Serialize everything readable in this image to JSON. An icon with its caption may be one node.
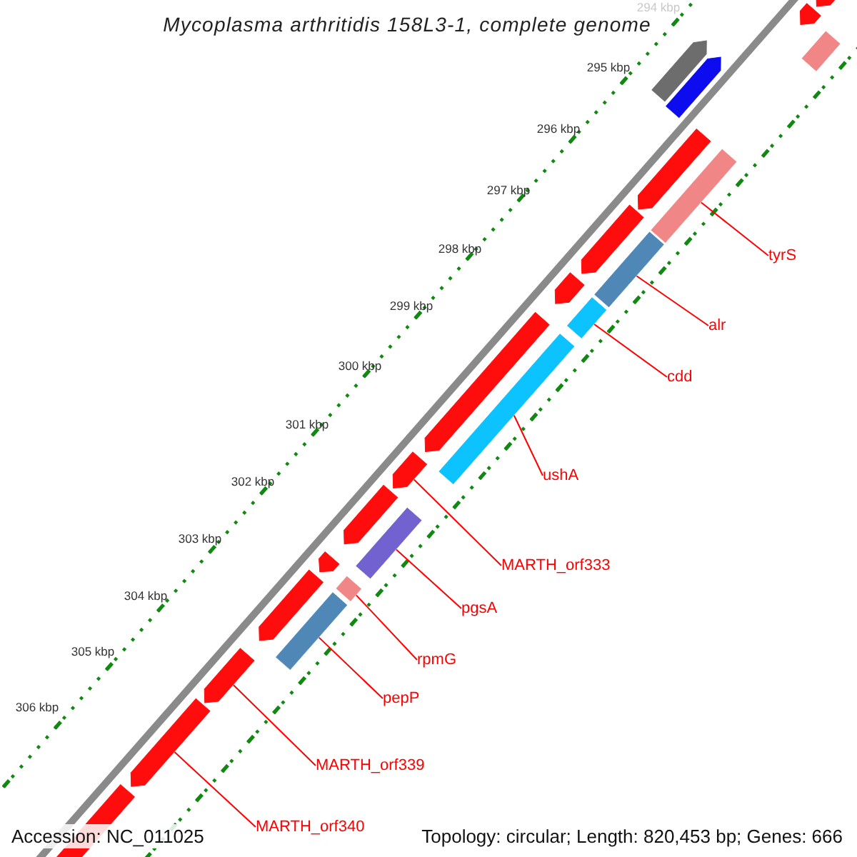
{
  "diagram": {
    "title": "Mycoplasma arthritidis 158L3-1, complete genome",
    "nodes": [
      {
        "text": [
          "tyrS"
        ]
      },
      {
        "text": [
          "alr"
        ]
      },
      {
        "text": [
          "cdd"
        ]
      },
      {
        "text": [
          "ushA"
        ]
      },
      {
        "text": [
          "MARTH_orf333"
        ]
      },
      {
        "text": [
          "pgsA"
        ]
      },
      {
        "text": [
          "rpmG"
        ]
      },
      {
        "text": [
          "pepP"
        ]
      },
      {
        "text": [
          "MARTH_orf339"
        ]
      },
      {
        "text": [
          "MARTH_orf340"
        ]
      },
      {
        "text": [],
        "shape": "bar"
      },
      {
        "text": [],
        "shape": "bar"
      },
      {
        "text": [],
        "shape": "bar"
      },
      {
        "text": [],
        "shape": "bar"
      },
      {
        "text": [],
        "shape": "bar"
      },
      {
        "text": [],
        "shape": "bar"
      },
      {
        "text": [],
        "shape": "bar"
      },
      {
        "text": [],
        "shape": "bar"
      },
      {
        "text": [],
        "shape": "bar"
      },
      {
        "text": [],
        "shape": "bar"
      },
      {
        "text": [],
        "shape": "bar"
      },
      {
        "text": [],
        "shape": "bar"
      },
      {
        "text": [],
        "shape": "bar"
      },
      {
        "text": [],
        "shape": "bar"
      },
      {
        "text": [],
        "shape": "bar"
      },
      {
        "text": [],
        "shape": "bar"
      },
      {
        "text": [],
        "shape": "bar"
      },
      {
        "text": [],
        "shape": "bar"
      },
      {
        "text": [],
        "shape": "bar"
      },
      {
        "text": [],
        "shape": "bar"
      },
      {
        "text": [],
        "shape": "bar"
      },
      {
        "text": [],
        "shape": "bar"
      },
      {
        "text": [],
        "shape": "bar"
      }
    ],
    "edges": [
      {
        "from": 0,
        "to": 15,
        "arrow": "none"
      },
      {
        "from": 1,
        "to": 18,
        "arrow": "none"
      },
      {
        "from": 2,
        "to": 20,
        "arrow": "none"
      },
      {
        "from": 3,
        "to": 22,
        "arrow": "none"
      },
      {
        "from": 4,
        "to": 23,
        "arrow": "none"
      },
      {
        "from": 5,
        "to": 25,
        "arrow": "none"
      },
      {
        "from": 6,
        "to": 27,
        "arrow": "none"
      },
      {
        "from": 7,
        "to": 29,
        "arrow": "none"
      },
      {
        "from": 8,
        "to": 30,
        "arrow": "none"
      },
      {
        "from": 9,
        "to": 31,
        "arrow": "none"
      }
    ],
    "labels": [
      "294 kbp",
      "295 kbp",
      "296 kbp",
      "297 kbp",
      "298 kbp",
      "299 kbp",
      "300 kbp",
      "301 kbp",
      "302 kbp",
      "303 kbp",
      "304 kbp",
      "305 kbp",
      "306 kbp",
      "Accession: NC_011025",
      "Topology: circular; Length: 820,453 bp; Genes: 666"
    ]
  }
}
